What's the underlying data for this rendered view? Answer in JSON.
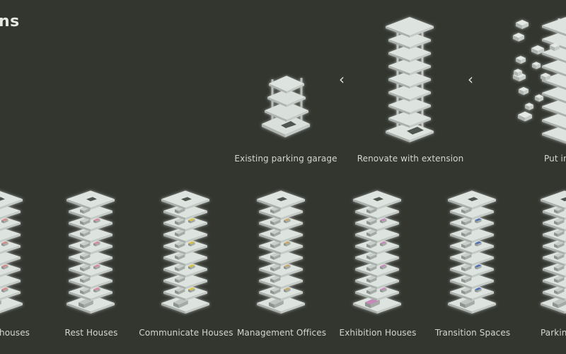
{
  "title": "ns",
  "process": {
    "arrow_glyph": "‹",
    "steps": [
      {
        "label": "Existing parking garage"
      },
      {
        "label": "Renovate with extension"
      },
      {
        "label": "Put in l"
      }
    ]
  },
  "programs": [
    {
      "label": "houses",
      "accent": "#d58a8a"
    },
    {
      "label": "Rest Houses",
      "accent": "#d98aa3"
    },
    {
      "label": "Communicate Houses",
      "accent": "#d8c23a"
    },
    {
      "label": "Management Offices",
      "accent": "#c9a76b"
    },
    {
      "label": "Exhibition Houses",
      "accent": "#c68ab8"
    },
    {
      "label": "Transition Spaces",
      "accent": "#4f6fb6"
    },
    {
      "label": "Parking",
      "accent": "#9aa39a"
    }
  ],
  "colors": {
    "background": "#32362f",
    "slab_top": "#dde3df",
    "slab_side": "#b9c0bc",
    "glow": "#ffffff",
    "text": "#d6dad2"
  }
}
